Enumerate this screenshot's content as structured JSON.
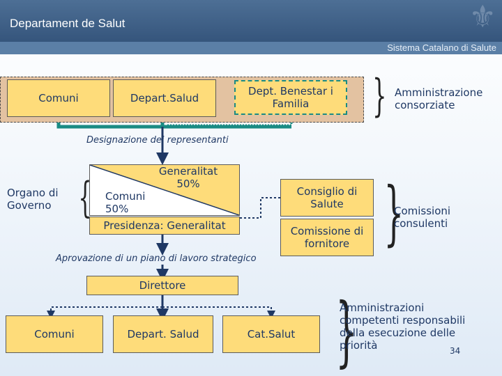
{
  "header": {
    "title": "Departament de Salut",
    "subtitle": "Sistema Catalano di Salute"
  },
  "row1": {
    "comuni": "Comuni",
    "depart": "Depart.Salud",
    "benestar": "Dept. Benestar i Familia",
    "side_label": "Amministrazione consorziate"
  },
  "designazione": "Designazione dei representanti",
  "organo": "Organo di Governo",
  "split_box": {
    "top": "Generalitat 50%",
    "bottom": "Comuni 50%"
  },
  "presidenza": "Presidenza: Generalitat",
  "consiglio": "Consiglio di Salute",
  "commissione": "Comissione di fornitore",
  "commissioni_label": "Comissioni consulenti",
  "aprovazione": "Aprovazione di un piano di lavoro strategico",
  "direttore": "Direttore",
  "bottom": {
    "comuni": "Comuni",
    "depart": "Depart. Salud",
    "catsalut": "Cat.Salut"
  },
  "amministrazioni_label": "Amministrazioni competenti responsabili della esecuzione delle priorità",
  "page_number": "34",
  "colors": {
    "box_fill": "#fedc7a",
    "band_fill": "#e3c2a1",
    "teal": "#1a8b84",
    "navy": "#1f3864",
    "header": "#35557c"
  }
}
